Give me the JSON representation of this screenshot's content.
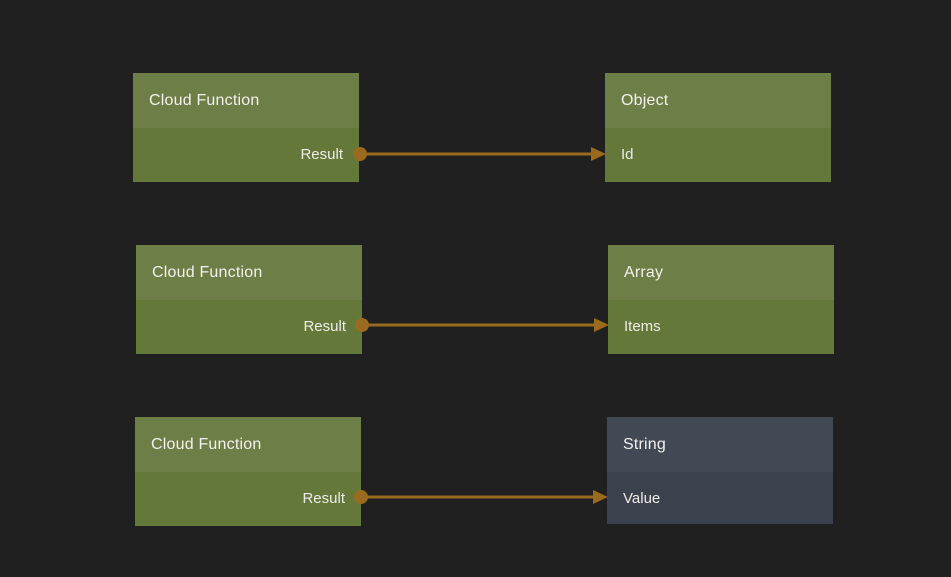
{
  "canvas": {
    "background_color": "#202020"
  },
  "theme": {
    "green_node_header_color": "#6d7e46",
    "green_node_body_color": "#647839",
    "slate_node_header_color": "#424955",
    "slate_node_body_color": "#3b414d",
    "wire_color": "#9a6a1e",
    "text_color": "#f2f1ee"
  },
  "nodes": [
    {
      "title": "Cloud Function",
      "variant": "green",
      "output_label": "Result"
    },
    {
      "title": "Object",
      "variant": "green",
      "input_label": "Id"
    },
    {
      "title": "Cloud Function",
      "variant": "green",
      "output_label": "Result"
    },
    {
      "title": "Array",
      "variant": "green",
      "input_label": "Items"
    },
    {
      "title": "Cloud Function",
      "variant": "green",
      "output_label": "Result"
    },
    {
      "title": "String",
      "variant": "slate",
      "input_label": "Value"
    }
  ],
  "connections": [
    {
      "from": "Cloud Function.Result",
      "to": "Object.Id"
    },
    {
      "from": "Cloud Function.Result",
      "to": "Array.Items"
    },
    {
      "from": "Cloud Function.Result",
      "to": "String.Value"
    }
  ]
}
